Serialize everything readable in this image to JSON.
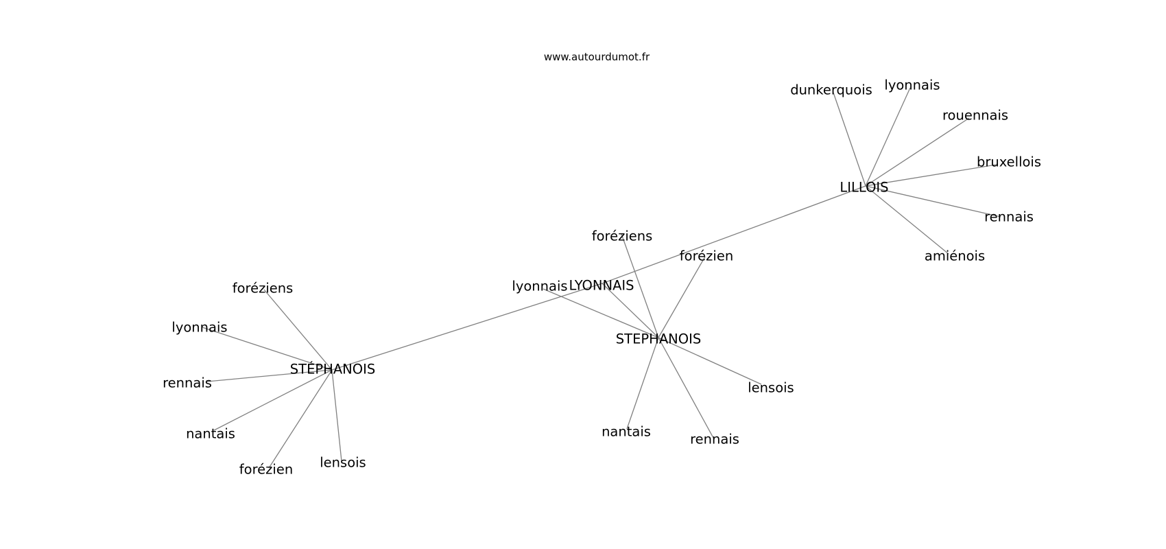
{
  "header": {
    "credit": "www.autourdumot.fr"
  },
  "graph": {
    "edge_color": "#808080",
    "text_color": "#000000",
    "nodes": [
      {
        "id": "lillois",
        "label": "LILLOIS"
      },
      {
        "id": "dunkerquois",
        "label": "dunkerquois"
      },
      {
        "id": "lyonnais_lille",
        "label": "lyonnais"
      },
      {
        "id": "rouennais",
        "label": "rouennais"
      },
      {
        "id": "bruxellois",
        "label": "bruxellois"
      },
      {
        "id": "rennais_lille",
        "label": "rennais"
      },
      {
        "id": "amienois",
        "label": "amiénois"
      },
      {
        "id": "lyonnais_hub",
        "label": "LYONNAIS"
      },
      {
        "id": "foreziens_mid",
        "label": "foréziens"
      },
      {
        "id": "forezien_mid",
        "label": "forézien"
      },
      {
        "id": "lyonnais_mid",
        "label": "lyonnais"
      },
      {
        "id": "stephanois_hub",
        "label": "STEPHANOIS"
      },
      {
        "id": "lensois_mid",
        "label": "lensois"
      },
      {
        "id": "nantais_mid",
        "label": "nantais"
      },
      {
        "id": "rennais_mid",
        "label": "rennais"
      },
      {
        "id": "stephanois_acc",
        "label": "STÉPHANOIS"
      },
      {
        "id": "foreziens_left",
        "label": "foréziens"
      },
      {
        "id": "lyonnais_left",
        "label": "lyonnais"
      },
      {
        "id": "rennais_left",
        "label": "rennais"
      },
      {
        "id": "nantais_left",
        "label": "nantais"
      },
      {
        "id": "forezien_left",
        "label": "forézien"
      },
      {
        "id": "lensois_left",
        "label": "lensois"
      }
    ],
    "edges": [
      [
        "lillois",
        "dunkerquois"
      ],
      [
        "lillois",
        "lyonnais_lille"
      ],
      [
        "lillois",
        "rouennais"
      ],
      [
        "lillois",
        "bruxellois"
      ],
      [
        "lillois",
        "rennais_lille"
      ],
      [
        "lillois",
        "amienois"
      ],
      [
        "lillois",
        "lyonnais_hub"
      ],
      [
        "lyonnais_hub",
        "stephanois_acc"
      ],
      [
        "lyonnais_hub",
        "stephanois_hub"
      ],
      [
        "stephanois_hub",
        "foreziens_mid"
      ],
      [
        "stephanois_hub",
        "forezien_mid"
      ],
      [
        "stephanois_hub",
        "lyonnais_mid"
      ],
      [
        "stephanois_hub",
        "lensois_mid"
      ],
      [
        "stephanois_hub",
        "nantais_mid"
      ],
      [
        "stephanois_hub",
        "rennais_mid"
      ],
      [
        "stephanois_acc",
        "foreziens_left"
      ],
      [
        "stephanois_acc",
        "lyonnais_left"
      ],
      [
        "stephanois_acc",
        "rennais_left"
      ],
      [
        "stephanois_acc",
        "nantais_left"
      ],
      [
        "stephanois_acc",
        "forezien_left"
      ],
      [
        "stephanois_acc",
        "lensois_left"
      ]
    ]
  }
}
